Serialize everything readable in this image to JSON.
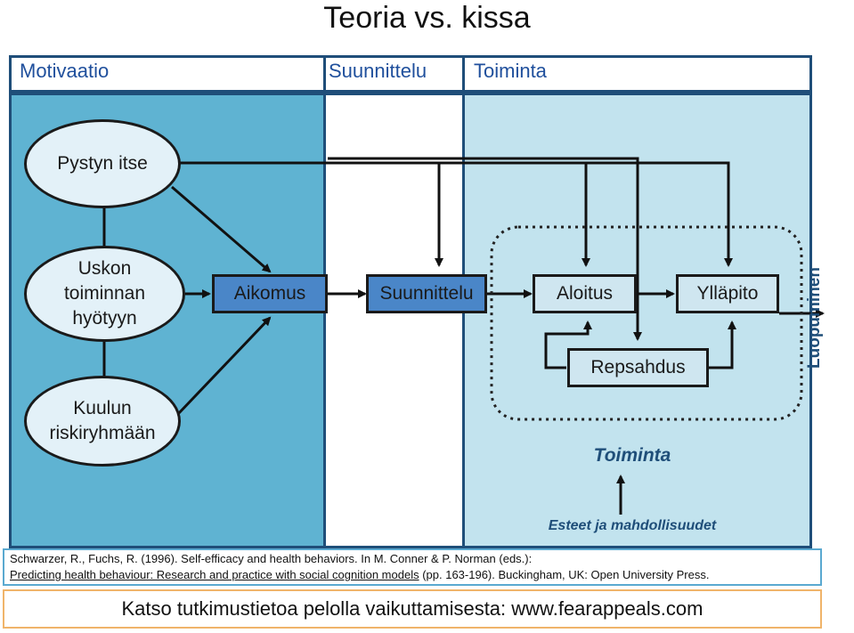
{
  "title": "Teoria vs. kissa",
  "phases": {
    "motivation": "Motivaatio",
    "planning": "Suunnittelu",
    "action": "Toiminta"
  },
  "nodes": {
    "self_efficacy": "Pystyn itse",
    "outcome": "Uskon\ntoiminnan\nhyötyyn",
    "risk": "Kuulun\nriskiryhmään",
    "intention": "Aikomus",
    "planning": "Suunnittelu",
    "initiation": "Aloitus",
    "maintenance": "Ylläpito",
    "relapse": "Repsahdus",
    "action_label": "Toiminta",
    "barriers": "Esteet ja mahdollisuudet",
    "dropout": "Luopuminen"
  },
  "reference": {
    "line1": "Schwarzer, R., Fuchs, R. (1996). Self-efficacy and health behaviors. In M. Conner & P. Norman (eds.):",
    "link": "Predicting health behaviour: Research and practice with social cognition models",
    "line2_rest": " (pp. 163-196). Buckingham, UK: Open University Press."
  },
  "bottom_note": "Katso tutkimustietoa pelolla vaikuttamisesta: www.fearappeals.com",
  "colors": {
    "motivation_panel": "#5fb3d2",
    "action_panel": "#c2e3ee",
    "dark_box": "#4a86c8",
    "light_box": "#cfe6f0",
    "ellipse": "#e3f1f8",
    "border": "#1f4e79"
  }
}
